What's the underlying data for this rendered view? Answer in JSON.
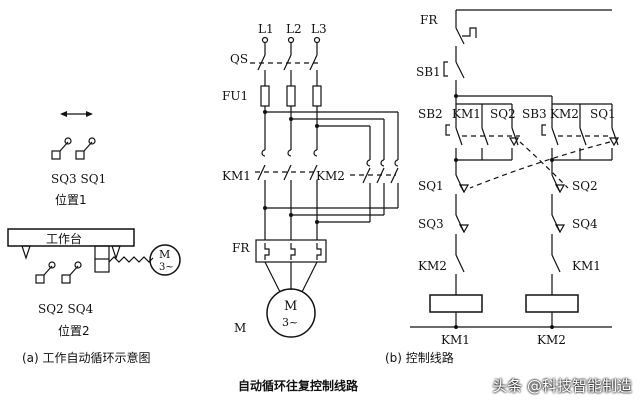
{
  "left": {
    "labels_top": "SQ3 SQ1",
    "pos1": "位置1",
    "table": "工作台",
    "motor_M": "M",
    "motor_3": "3~",
    "labels_bottom": "SQ2  SQ4",
    "pos2": "位置2",
    "caption": "(a) 工作自动循环示意图"
  },
  "power": {
    "L1": "L1",
    "L2": "L2",
    "L3": "L3",
    "QS": "QS",
    "FU1": "FU1",
    "KM1": "KM1",
    "KM2": "KM2",
    "FR": "FR",
    "M": "M",
    "motor_M": "M",
    "motor_3": "3~"
  },
  "control": {
    "FR": "FR",
    "SB1": "SB1",
    "SB2": "SB2",
    "KM1a": "KM1",
    "SQ2a": "SQ2",
    "SB3": "SB3",
    "KM2a": "KM2",
    "SQ1a": "SQ1",
    "SQ1b": "SQ1",
    "SQ2b": "SQ2",
    "SQ3": "SQ3",
    "SQ4": "SQ4",
    "KM2b": "KM2",
    "KM1b": "KM1",
    "coil1": "KM1",
    "coil2": "KM2"
  },
  "caption_b": "(b) 控制线路",
  "main_caption": "自动循环往复控制线路",
  "watermark": "头条 @科技智能制造"
}
